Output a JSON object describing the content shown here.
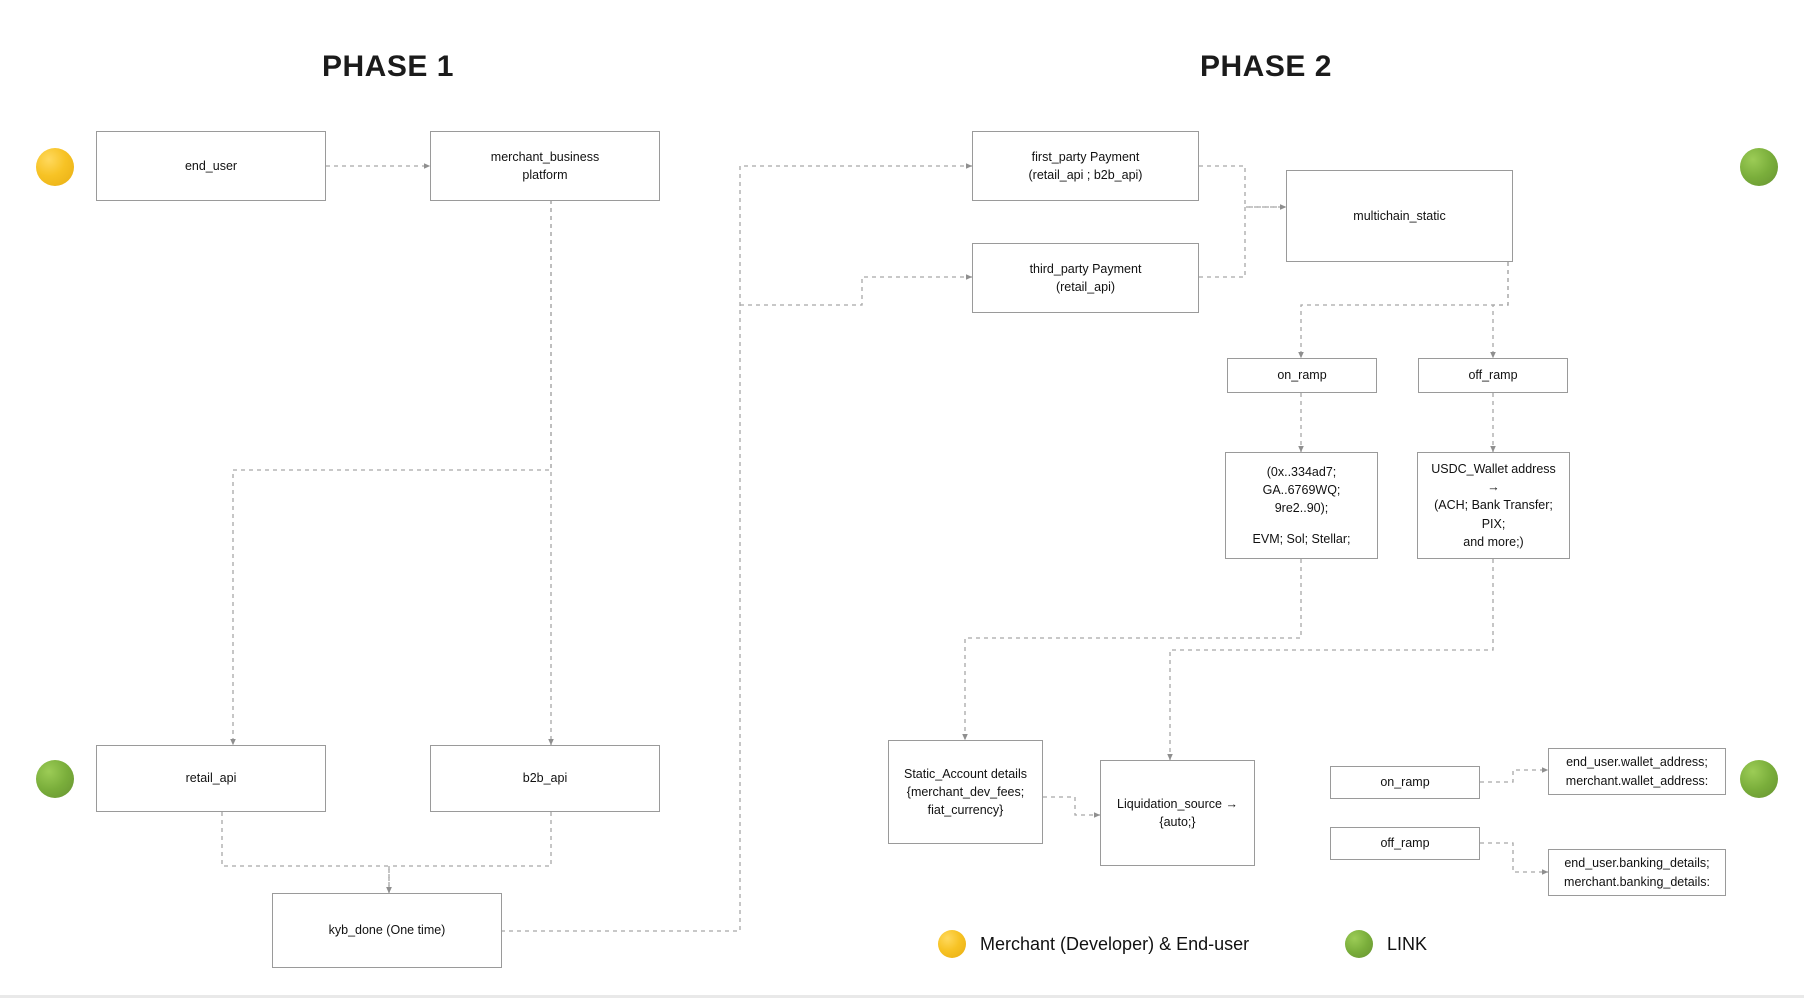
{
  "phases": [
    {
      "title": "PHASE 1"
    },
    {
      "title": "PHASE 2"
    }
  ],
  "nodes": {
    "end_user": "end_user",
    "merchant_business_platform_l1": "merchant_business",
    "merchant_business_platform_l2": "platform",
    "retail_api": "retail_api",
    "b2b_api": "b2b_api",
    "kyb_done": "kyb_done (One time)",
    "first_party_l1": "first_party Payment",
    "first_party_l2": "(retail_api ; b2b_api)",
    "third_party_l1": "third_party Payment",
    "third_party_l2": "(retail_api)",
    "multichain_static": "multichain_static",
    "on_ramp_mid": "on_ramp",
    "off_ramp_mid": "off_ramp",
    "wallet_addresses_l1": "(0x..334ad7; GA..6769WQ;",
    "wallet_addresses_l2": "9re2..90);",
    "wallet_addresses_l3": "EVM; Sol; Stellar;",
    "usdc_wallet_l1": "USDC_Wallet address →",
    "usdc_wallet_l2": "(ACH; Bank Transfer; PIX;",
    "usdc_wallet_l3": "and more;)",
    "static_account_l1": "Static_Account details",
    "static_account_l2": "{merchant_dev_fees;",
    "static_account_l3": "fiat_currency}",
    "liquidation_source_l1": "Liquidation_source →",
    "liquidation_source_l2": "{auto;}",
    "on_ramp_out": "on_ramp",
    "off_ramp_out": "off_ramp",
    "wallet_out_l1": "end_user.wallet_address;",
    "wallet_out_l2": "merchant.wallet_address:",
    "banking_out_l1": "end_user.banking_details;",
    "banking_out_l2": "merchant.banking_details:"
  },
  "legend": {
    "merchant_label": "Merchant (Developer) & End-user",
    "link_label": "LINK",
    "merchant_color": "#f7c325",
    "link_color": "#7aae3b"
  },
  "markers": {
    "end_user_marker": "merchant-enduser-marker",
    "retail_api_marker": "link-marker",
    "phase2_top_marker": "link-marker",
    "phase2_bottom_marker": "link-marker"
  },
  "style": {
    "edge_color": "#a8a8a8",
    "node_border": "#9a9a9a",
    "text_color": "#111111"
  }
}
